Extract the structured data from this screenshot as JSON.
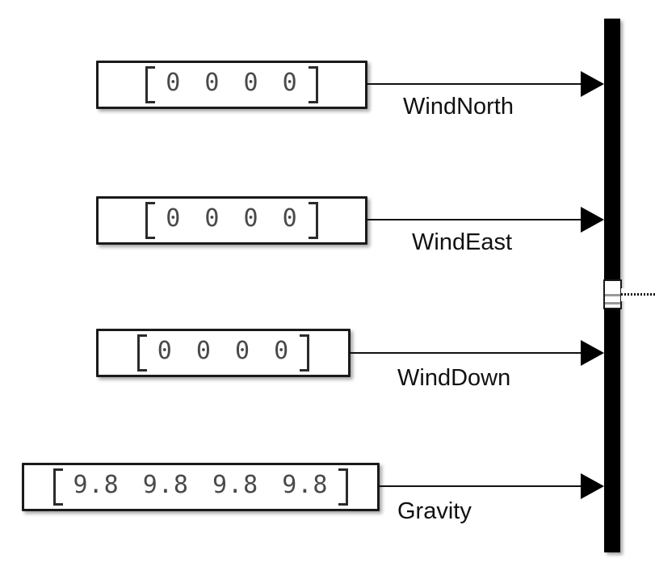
{
  "rows": [
    {
      "label": "WindNorth",
      "value_text": "0 0 0 0",
      "value_display": "[0 0 0 0]"
    },
    {
      "label": "WindEast",
      "value_text": "0 0 0 0",
      "value_display": "[0 0 0 0]"
    },
    {
      "label": "WindDown",
      "value_text": "0 0 0 0",
      "value_display": "[0 0 0 0]"
    },
    {
      "label": "Gravity",
      "value_text": "9.8 9.8 9.8 9.8",
      "value_display": "[9.8 9.8 9.8 9.8]"
    }
  ],
  "bus": {
    "input_labels": [
      "WindNorth",
      "WindEast",
      "WindDown",
      "Gravity"
    ]
  },
  "colors": {
    "background": "#ffffff",
    "block_fill": "#ffffff",
    "block_border": "#1a1a1a",
    "wire": "#111111",
    "mux_fill": "#000000",
    "value_text": "#4a4a4a",
    "label_text": "#111111"
  }
}
